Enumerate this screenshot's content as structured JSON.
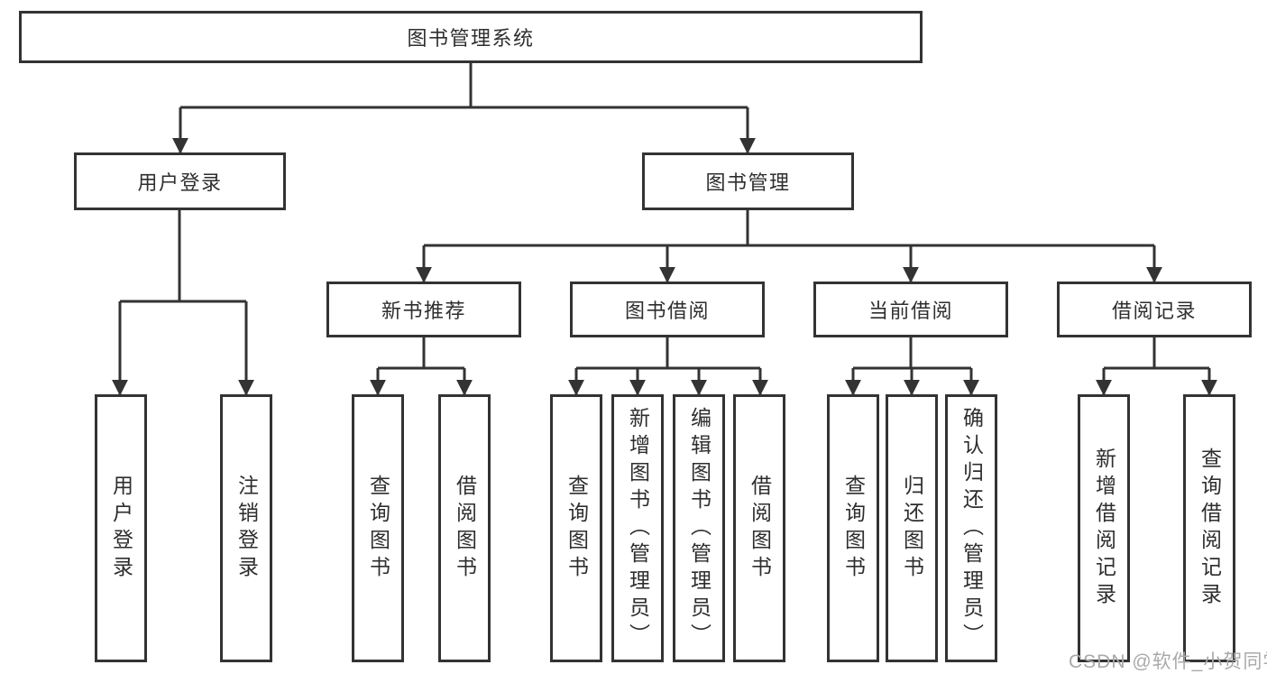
{
  "colors": {
    "line": "#333333",
    "box_border": "#333333",
    "text": "#2e2e2e",
    "watermark_text": "#a9a9a9",
    "background": "#ffffff"
  },
  "watermark": {
    "text": "CSDN @软件_小贺同学"
  },
  "tree": {
    "root": {
      "label": "图书管理系统"
    },
    "branches": {
      "user_login": {
        "label": "用户登录",
        "children": {
          "login": {
            "label": "用户登录"
          },
          "logout": {
            "label": "注销登录"
          }
        }
      },
      "book_mgmt": {
        "label": "图书管理",
        "children": {
          "new_book": {
            "label": "新书推荐",
            "children": {
              "query_book": {
                "label": "查询图书"
              },
              "borrow_book": {
                "label": "借阅图书"
              }
            }
          },
          "book_borrow": {
            "label": "图书借阅",
            "children": {
              "query_book": {
                "label": "查询图书"
              },
              "add_book": {
                "label": "新增图书（管理员）"
              },
              "edit_book": {
                "label": "编辑图书（管理员）"
              },
              "borrow_book": {
                "label": "借阅图书"
              }
            }
          },
          "current_borrow": {
            "label": "当前借阅",
            "children": {
              "query_book": {
                "label": "查询图书"
              },
              "return_book": {
                "label": "归还图书"
              },
              "confirm_return": {
                "label": "确认归还（管理员）"
              }
            }
          },
          "borrow_record": {
            "label": "借阅记录",
            "children": {
              "add_record": {
                "label": "新增借阅记录"
              },
              "query_record": {
                "label": "查询借阅记录"
              }
            }
          }
        }
      }
    }
  }
}
